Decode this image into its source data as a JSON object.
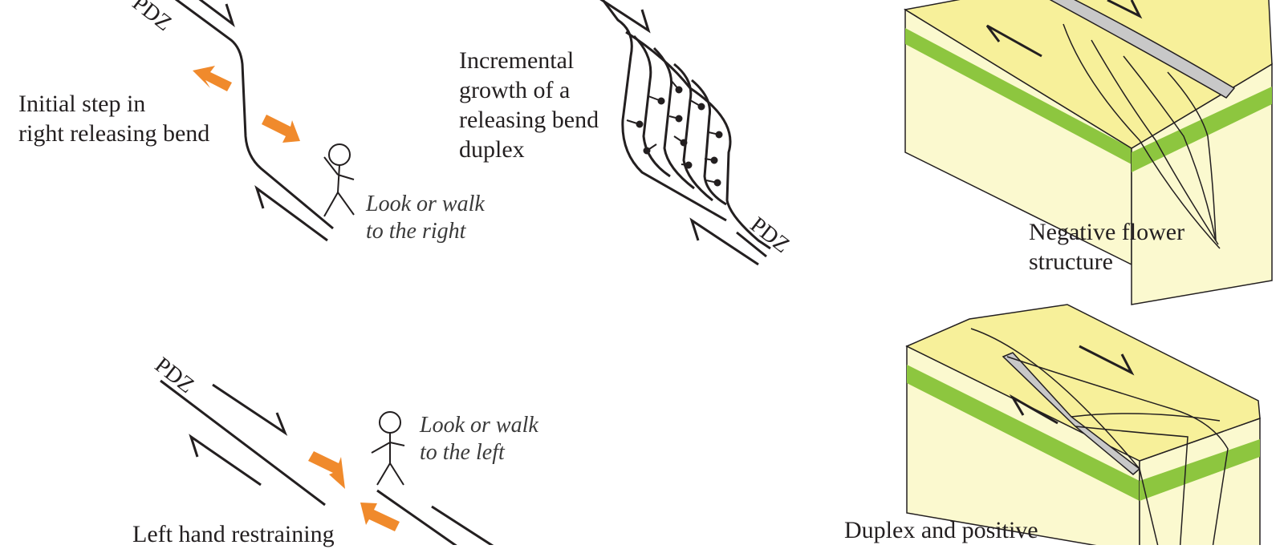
{
  "colors": {
    "line": "#231f20",
    "arrow_orange": "#f08a2c",
    "block_top": "#f7f09a",
    "block_side": "#fbf9cf",
    "green_layer": "#8dc63f",
    "gray_fill": "#c8c8c8"
  },
  "panels": {
    "releasing_step": {
      "caption": "Initial step in\nright releasing bend",
      "observer_note": "Look or walk\nto the right",
      "pdz": "PDZ"
    },
    "releasing_duplex": {
      "caption": "Incremental\ngrowth of a\nreleasing bend\nduplex",
      "pdz": "PDZ"
    },
    "negative_flower": {
      "caption": "Negative flower\nstructure"
    },
    "restraining_step": {
      "caption": "Left hand restraining",
      "observer_note": "Look or walk\nto the left",
      "pdz": "PDZ"
    },
    "positive_flower": {
      "caption": "Duplex and positive"
    }
  }
}
